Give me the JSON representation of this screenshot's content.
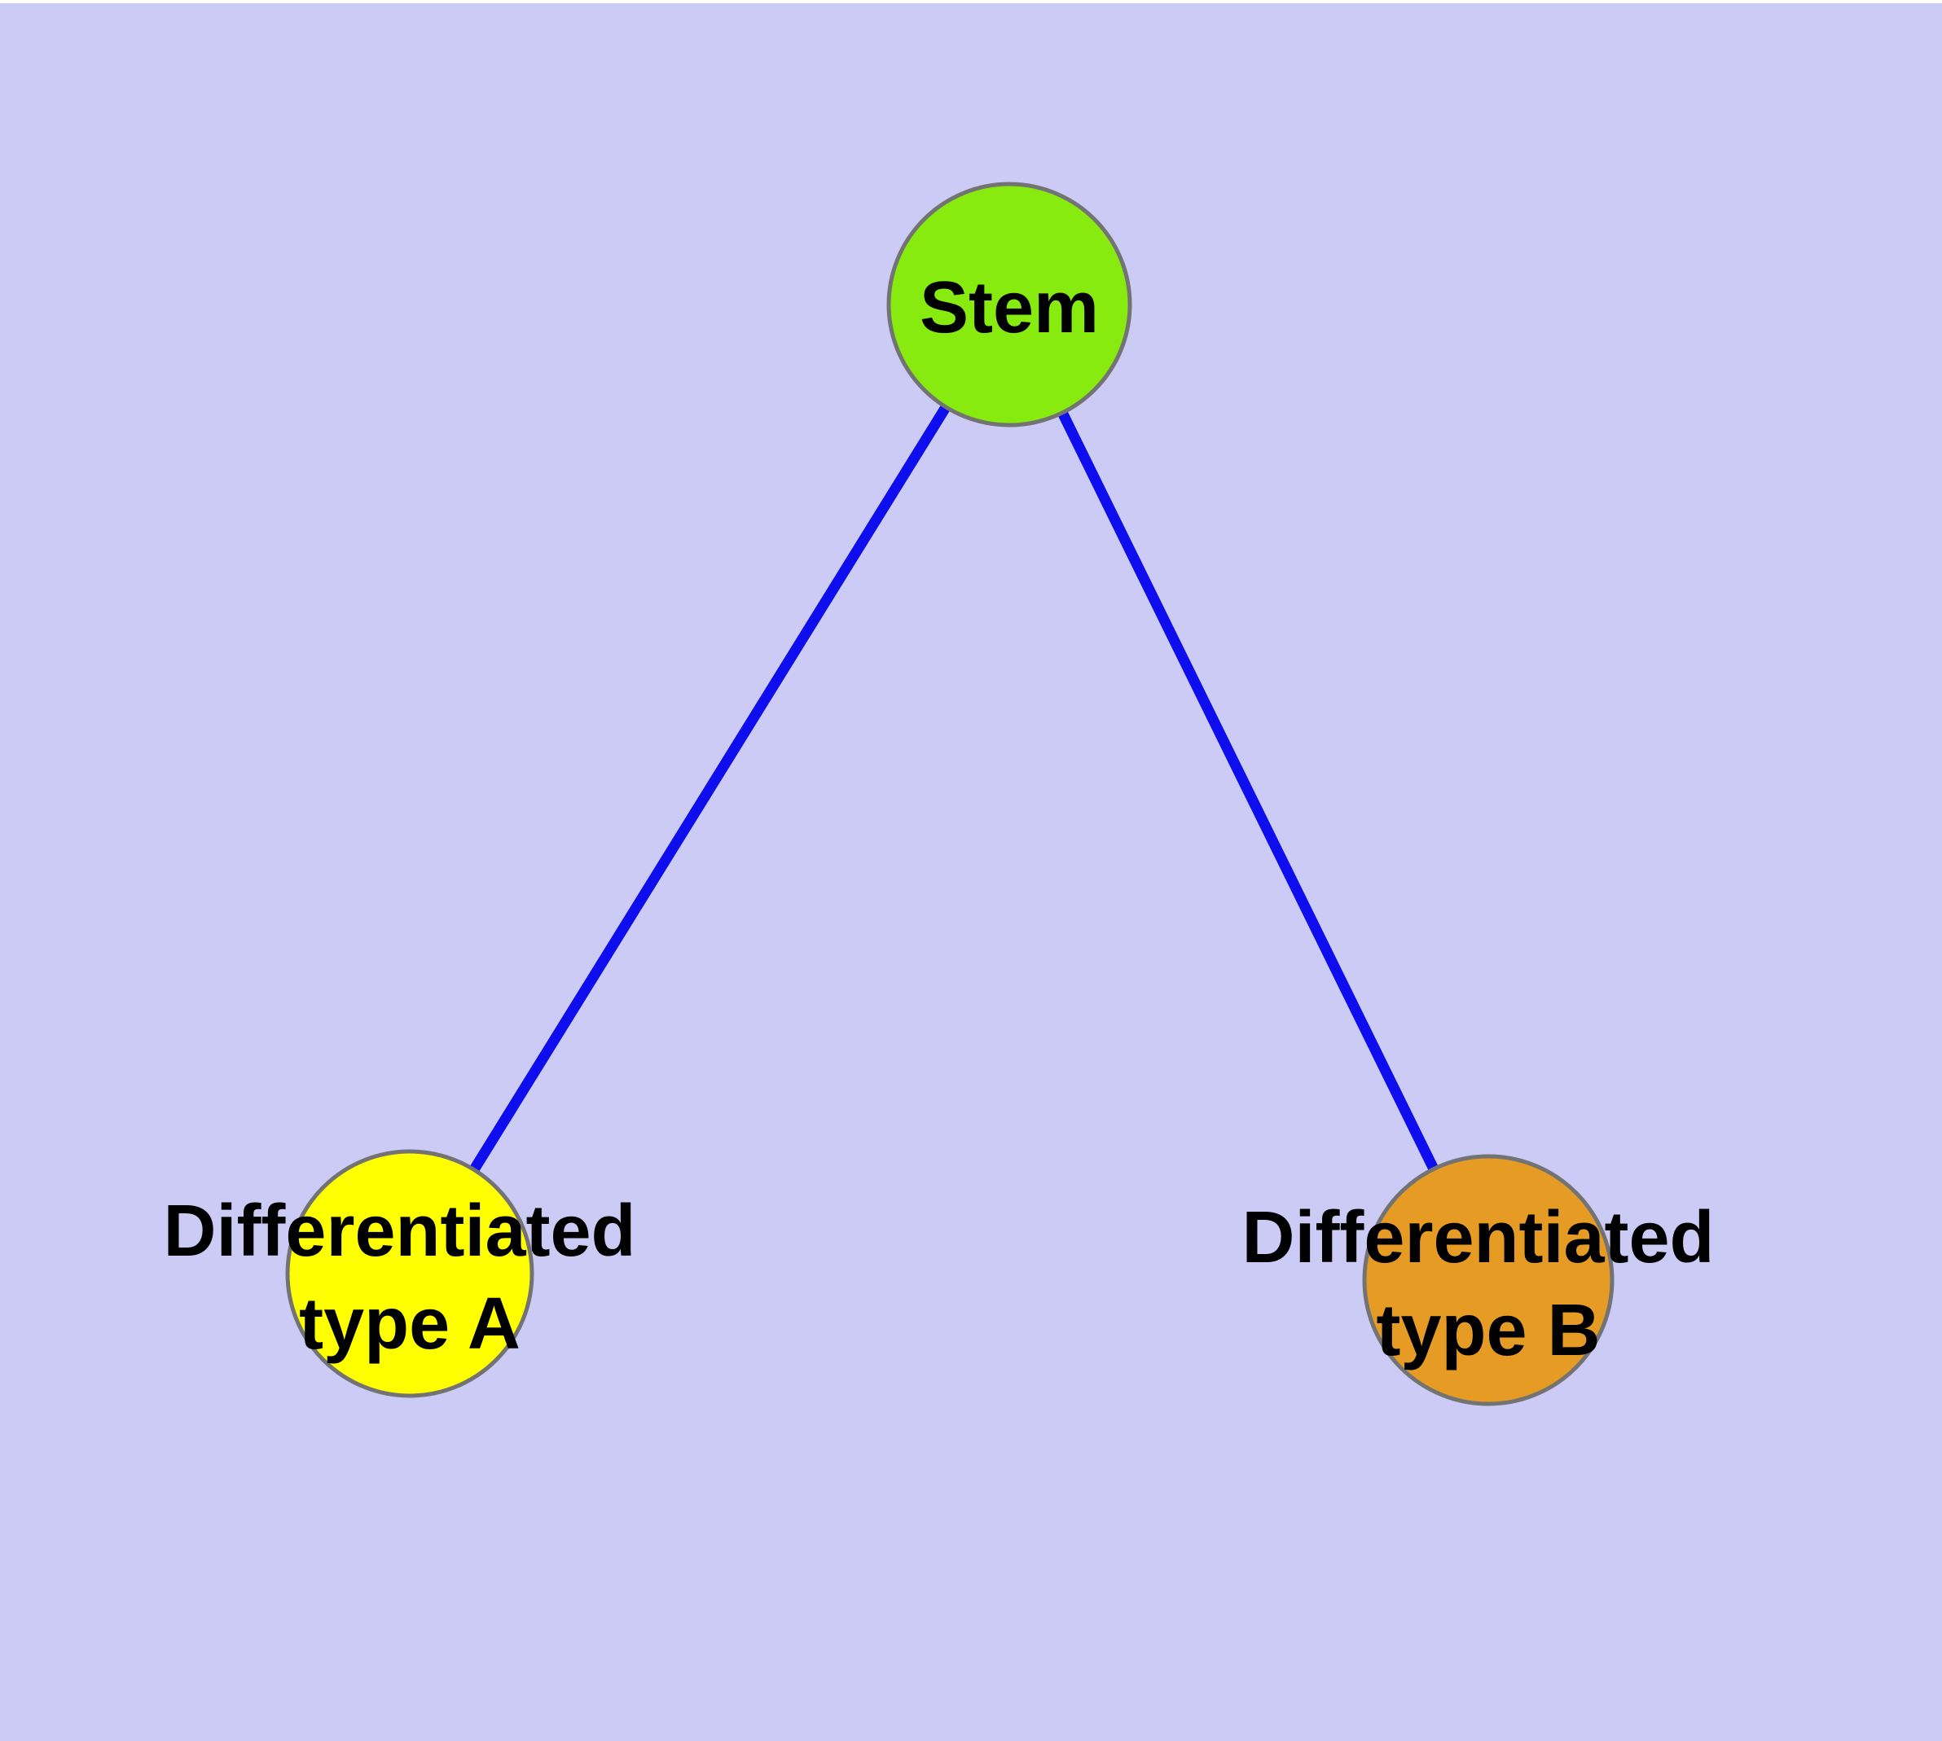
{
  "diagram": {
    "type": "graph",
    "background_color": "#CBCBF5",
    "top_strip_color": "#FFFFFF",
    "label_color": "#000000",
    "nodes": {
      "stem": {
        "label": "Stem",
        "lines": [
          "Stem"
        ],
        "fill": "#87EB0F",
        "border": "#737373"
      },
      "type_a": {
        "label": "Differentiated type A",
        "lines": [
          "Differentiated",
          "type A"
        ],
        "fill": "#FFFF00",
        "border": "#737373"
      },
      "type_b": {
        "label": "Differentiated type B",
        "lines": [
          "Differentiated",
          "type B"
        ],
        "fill": "#E69C24",
        "border": "#737373"
      }
    },
    "edges": [
      {
        "from": "stem",
        "to": "type_a",
        "color": "#0D0DEE"
      },
      {
        "from": "stem",
        "to": "type_b",
        "color": "#0D0DEE"
      }
    ]
  }
}
